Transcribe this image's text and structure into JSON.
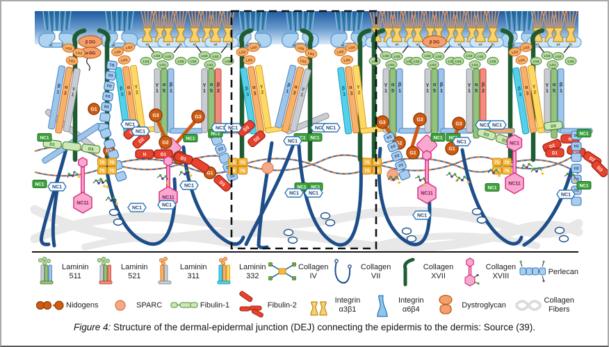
{
  "figure": {
    "caption_prefix": "Figure 4:",
    "caption_text": " Structure of the dermal-epidermal junction (DEJ) connecting the epidermis to the dermis: Source (39)."
  },
  "diagram": {
    "labels": {
      "nc1": "NC1",
      "nc11": "NC11",
      "s7": "7S",
      "lg1": "LG1",
      "lg2": "LG2",
      "lg3": "LG3",
      "lg4": "LG4",
      "lg5": "LG5",
      "g1": "G1",
      "g2": "G2",
      "g3": "G3",
      "d1": "D1",
      "d2": "D2",
      "d3": "D3",
      "d4": "D4",
      "d5": "D5",
      "n": "N",
      "beta_dg": "β DG",
      "alpha_dg": "α-DG",
      "alpha6": "α6",
      "beta4": "β4",
      "alpha3": "α3",
      "beta1": "β1",
      "gamma": "γ",
      "alpha": "α",
      "beta": "β",
      "one": "1",
      "two": "2",
      "three": "3",
      "five": "5"
    },
    "palette": {
      "epidermis_top": "#1d5a9e",
      "epidermis_mid": "#6f9fd0",
      "epidermis_bottom": "#d9e9f8",
      "keratin_dark": "#156f8e",
      "keratin_light": "#7fb6d9",
      "membrane": "#aed4ef",
      "membrane_edge": "#5b9bd5",
      "integrin_a3b1": "#f8d26a",
      "integrin_edge": "#b8871d",
      "integrin_a6b4": "#8ec7ea",
      "collagen17": "#1f5c33",
      "collagen7": "#1d4e89",
      "collagen4_blue": "#2e75b6",
      "collagen4_orange": "#ed7d31",
      "s7_fill": "#f5b942",
      "s7_edge": "#c98a10",
      "nidogen": "#cf5b13",
      "nidogen_edge": "#8a3c06",
      "sparc": "#f5a987",
      "sparc_edge": "#dd7a4e",
      "fibulin1": "#cde8b5",
      "fibulin1_edge": "#4e8a3a",
      "fibulin2": "#e8432e",
      "fibulin2_edge": "#9c2312",
      "perlecan": "#a8cdf0",
      "perlecan_edge": "#3a78b5",
      "pink": "#f9a8cf",
      "pink_edge": "#d63384",
      "lg_green": "#b5d9a0",
      "lg_green_edge": "#4e8a3a",
      "lg_orange": "#f6b26b",
      "lg_orange_edge": "#d2691e",
      "lam_gray": "#c9cdd2",
      "lam_gray_edge": "#8a8f96",
      "lam_green": "#93c47d",
      "lam_green_edge": "#538135",
      "lam_blue": "#9fc5e8",
      "lam_blue_edge": "#4a86c8",
      "lam_red": "#f28b82",
      "lam_red_edge": "#cc4125",
      "lam_cyan": "#55d0e8",
      "lam_cyan_edge": "#0f9db8",
      "lam_salmon": "#f6b26b",
      "lam_salmon_edge": "#d2691e",
      "lam_yellow": "#ffd966",
      "lam_yellow_edge": "#d4a017",
      "nc1_green": "#3da33d",
      "nc1_green_edge": "#1e6b1e",
      "fibers": "#e8e8e8",
      "dg": "#f2a06e",
      "dg_edge": "#c55a11",
      "roi": "#111111"
    }
  },
  "legend": {
    "row1": [
      {
        "id": "laminin-511",
        "lines": [
          "Laminin",
          "511"
        ]
      },
      {
        "id": "laminin-521",
        "lines": [
          "Laminin",
          "521"
        ]
      },
      {
        "id": "laminin-311",
        "lines": [
          "Laminin",
          "311"
        ]
      },
      {
        "id": "laminin-332",
        "lines": [
          "Laminin",
          "332"
        ]
      },
      {
        "id": "collagen-iv",
        "lines": [
          "Collagen",
          "IV"
        ]
      },
      {
        "id": "collagen-vii",
        "lines": [
          "Collagen",
          "VII"
        ]
      },
      {
        "id": "collagen-xvii",
        "lines": [
          "Collagen",
          "XVII"
        ]
      },
      {
        "id": "collagen-xviii",
        "lines": [
          "Collagen",
          "XVIII"
        ]
      },
      {
        "id": "perlecan",
        "lines": [
          "Perlecan"
        ]
      }
    ],
    "row2": [
      {
        "id": "nidogens",
        "lines": [
          "Nidogens"
        ]
      },
      {
        "id": "sparc",
        "lines": [
          "SPARC"
        ]
      },
      {
        "id": "fibulin-1",
        "lines": [
          "Fibulin-1"
        ]
      },
      {
        "id": "fibulin-2",
        "lines": [
          "Fibulin-2"
        ]
      },
      {
        "id": "integrin-a3b1",
        "lines": [
          "Integrin",
          "α3β1"
        ]
      },
      {
        "id": "integrin-a6b4",
        "lines": [
          "Integrin",
          "α6β4"
        ]
      },
      {
        "id": "dystroglycan",
        "lines": [
          "Dystroglycan"
        ]
      },
      {
        "id": "collagen-fibers",
        "lines": [
          "Collagen",
          "Fibers"
        ]
      }
    ]
  }
}
